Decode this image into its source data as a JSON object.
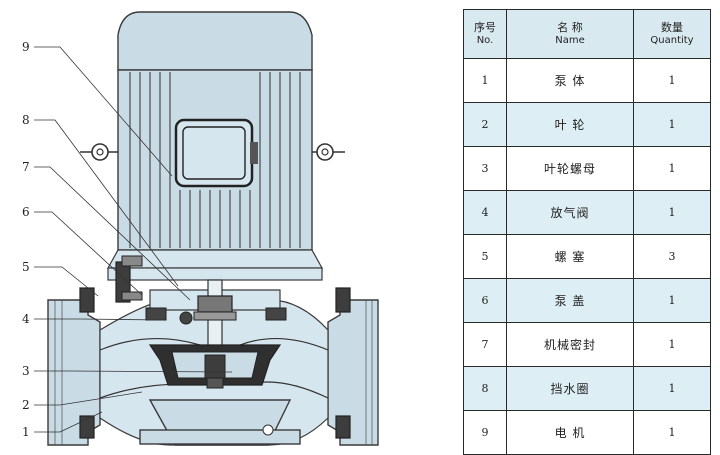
{
  "drawing": {
    "callouts": [
      "9",
      "8",
      "7",
      "6",
      "5",
      "4",
      "3",
      "2",
      "1"
    ]
  },
  "table": {
    "headers": [
      {
        "zh": "序号",
        "en": "No."
      },
      {
        "zh": "名 称",
        "en": "Name"
      },
      {
        "zh": "数量",
        "en": "Quantity"
      }
    ],
    "rows": [
      {
        "no": "1",
        "name": "泵 体",
        "qty": "1"
      },
      {
        "no": "2",
        "name": "叶 轮",
        "qty": "1"
      },
      {
        "no": "3",
        "name": "叶轮螺母",
        "qty": "1"
      },
      {
        "no": "4",
        "name": "放气阀",
        "qty": "1"
      },
      {
        "no": "5",
        "name": "螺 塞",
        "qty": "3"
      },
      {
        "no": "6",
        "name": "泵 盖",
        "qty": "1"
      },
      {
        "no": "7",
        "name": "机械密封",
        "qty": "1"
      },
      {
        "no": "8",
        "name": "挡水圈",
        "qty": "1"
      },
      {
        "no": "9",
        "name": "电 机",
        "qty": "1"
      }
    ]
  },
  "colors": {
    "body": "#c9dce6",
    "header": "#d9e9f0",
    "row_shade": "#ddeef4",
    "line": "#3a3a3a"
  }
}
